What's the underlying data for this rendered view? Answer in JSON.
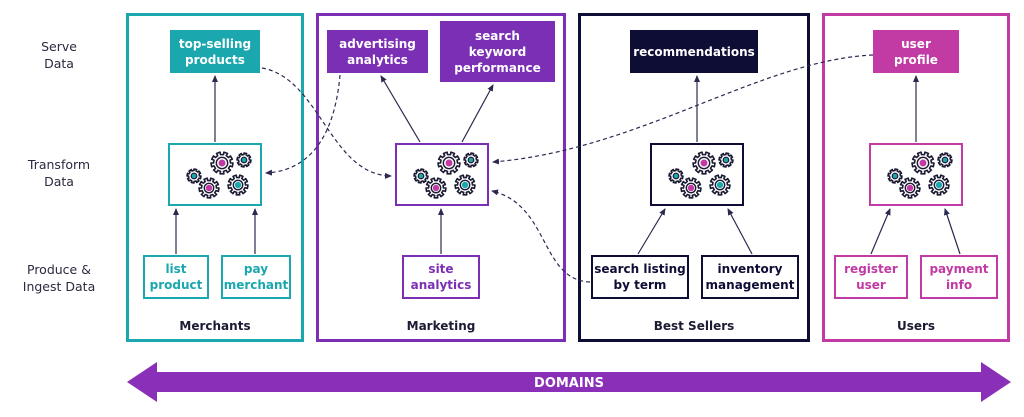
{
  "rows": {
    "serve": [
      "Serve",
      "Data"
    ],
    "transform": [
      "Transform",
      "Data"
    ],
    "produce": [
      "Produce &",
      "Ingest Data"
    ]
  },
  "domains": {
    "merchants": {
      "title": "Merchants",
      "color": "#1aa7ae",
      "serve": [
        "top-selling",
        "products"
      ],
      "produce": [
        [
          "list",
          "product"
        ],
        [
          "pay",
          "merchant"
        ]
      ]
    },
    "marketing": {
      "title": "Marketing",
      "color": "#7b2fb5",
      "serve": [
        [
          "advertising",
          "analytics"
        ],
        [
          "search",
          "keyword",
          "performance"
        ]
      ],
      "produce": [
        [
          "site",
          "analytics"
        ]
      ]
    },
    "best_sellers": {
      "title": "Best Sellers",
      "color": "#0d0d35",
      "serve": [
        "recommendations"
      ],
      "produce": [
        [
          "search listing",
          "by term"
        ],
        [
          "inventory",
          "management"
        ]
      ]
    },
    "users": {
      "title": "Users",
      "color": "#c23aa4",
      "serve": [
        "user",
        "profile"
      ],
      "produce": [
        [
          "register",
          "user"
        ],
        [
          "payment",
          "info"
        ]
      ]
    }
  },
  "banner": {
    "label": "DOMAINS",
    "color": "#8a2fb8"
  },
  "icons": {
    "gear_cluster": "gear-cluster-icon"
  }
}
